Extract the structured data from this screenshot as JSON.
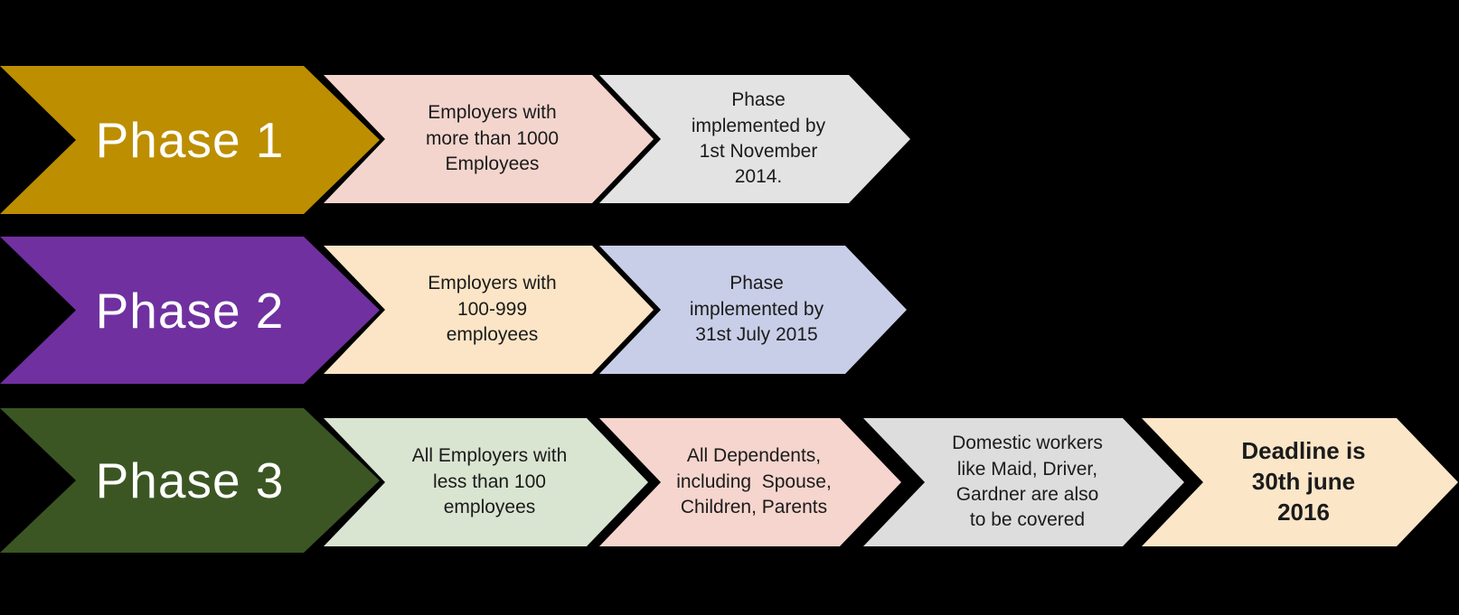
{
  "colors": {
    "background": "#000000",
    "phase_text": "#FFFFFF",
    "step_text": "#1B1B1B"
  },
  "rows": [
    {
      "phase": {
        "label": "Phase 1",
        "color": "#BC8E00"
      },
      "steps": [
        {
          "text": "Employers with\nmore than 1000\nEmployees",
          "color": "#F3D5CE"
        },
        {
          "text": "Phase\nimplemented by\n1st November\n2014.",
          "color": "#E3E3E3"
        }
      ]
    },
    {
      "phase": {
        "label": "Phase 2",
        "color": "#7030A0"
      },
      "steps": [
        {
          "text": "Employers with\n100-999\nemployees",
          "color": "#FBE5C6"
        },
        {
          "text": "Phase\nimplemented by\n31st July 2015",
          "color": "#C9CEE8"
        }
      ]
    },
    {
      "phase": {
        "label": "Phase 3",
        "color": "#3B5623"
      },
      "steps": [
        {
          "text": "All Employers with\nless than 100\nemployees",
          "color": "#D9E4D1"
        },
        {
          "text": "All Dependents,\nincluding  Spouse,\nChildren, Parents",
          "color": "#F5D5CD"
        },
        {
          "text": "Domestic workers\nlike Maid, Driver,\nGardner are also\nto be covered",
          "color": "#DDDDDD"
        },
        {
          "text": "Deadline is\n30th june\n2016",
          "color": "#FBE6C8"
        }
      ]
    }
  ]
}
